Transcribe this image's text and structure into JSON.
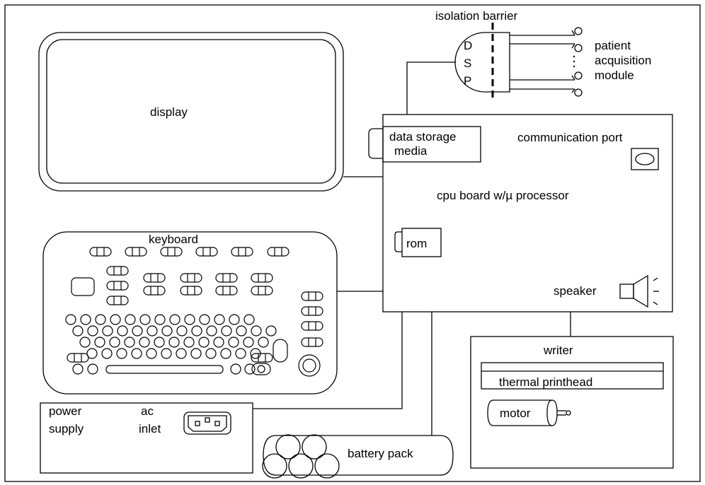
{
  "labels": {
    "isolation_barrier": "isolation barrier",
    "dsp_d": "D",
    "dsp_s": "S",
    "dsp_p": "P",
    "patient": "patient",
    "acquisition": "acquisition",
    "module": "module",
    "display": "display",
    "data_storage": "data  storage",
    "media": "media",
    "communication_port": "communication port",
    "cpu_board": "cpu board w/µ processor",
    "rom": "rom",
    "speaker": "speaker",
    "keyboard": "keyboard",
    "writer": "writer",
    "thermal_printhead": "thermal printhead",
    "motor": "motor",
    "power": "power",
    "supply": "supply",
    "ac": "ac",
    "inlet": "inlet",
    "battery_pack": "battery pack"
  },
  "colors": {
    "line": "#000000",
    "background": "#ffffff"
  },
  "icons": {
    "speaker": "speaker-icon",
    "communication_port": "port-icon",
    "ac_inlet": "ac-inlet-icon",
    "motor": "motor-icon"
  }
}
